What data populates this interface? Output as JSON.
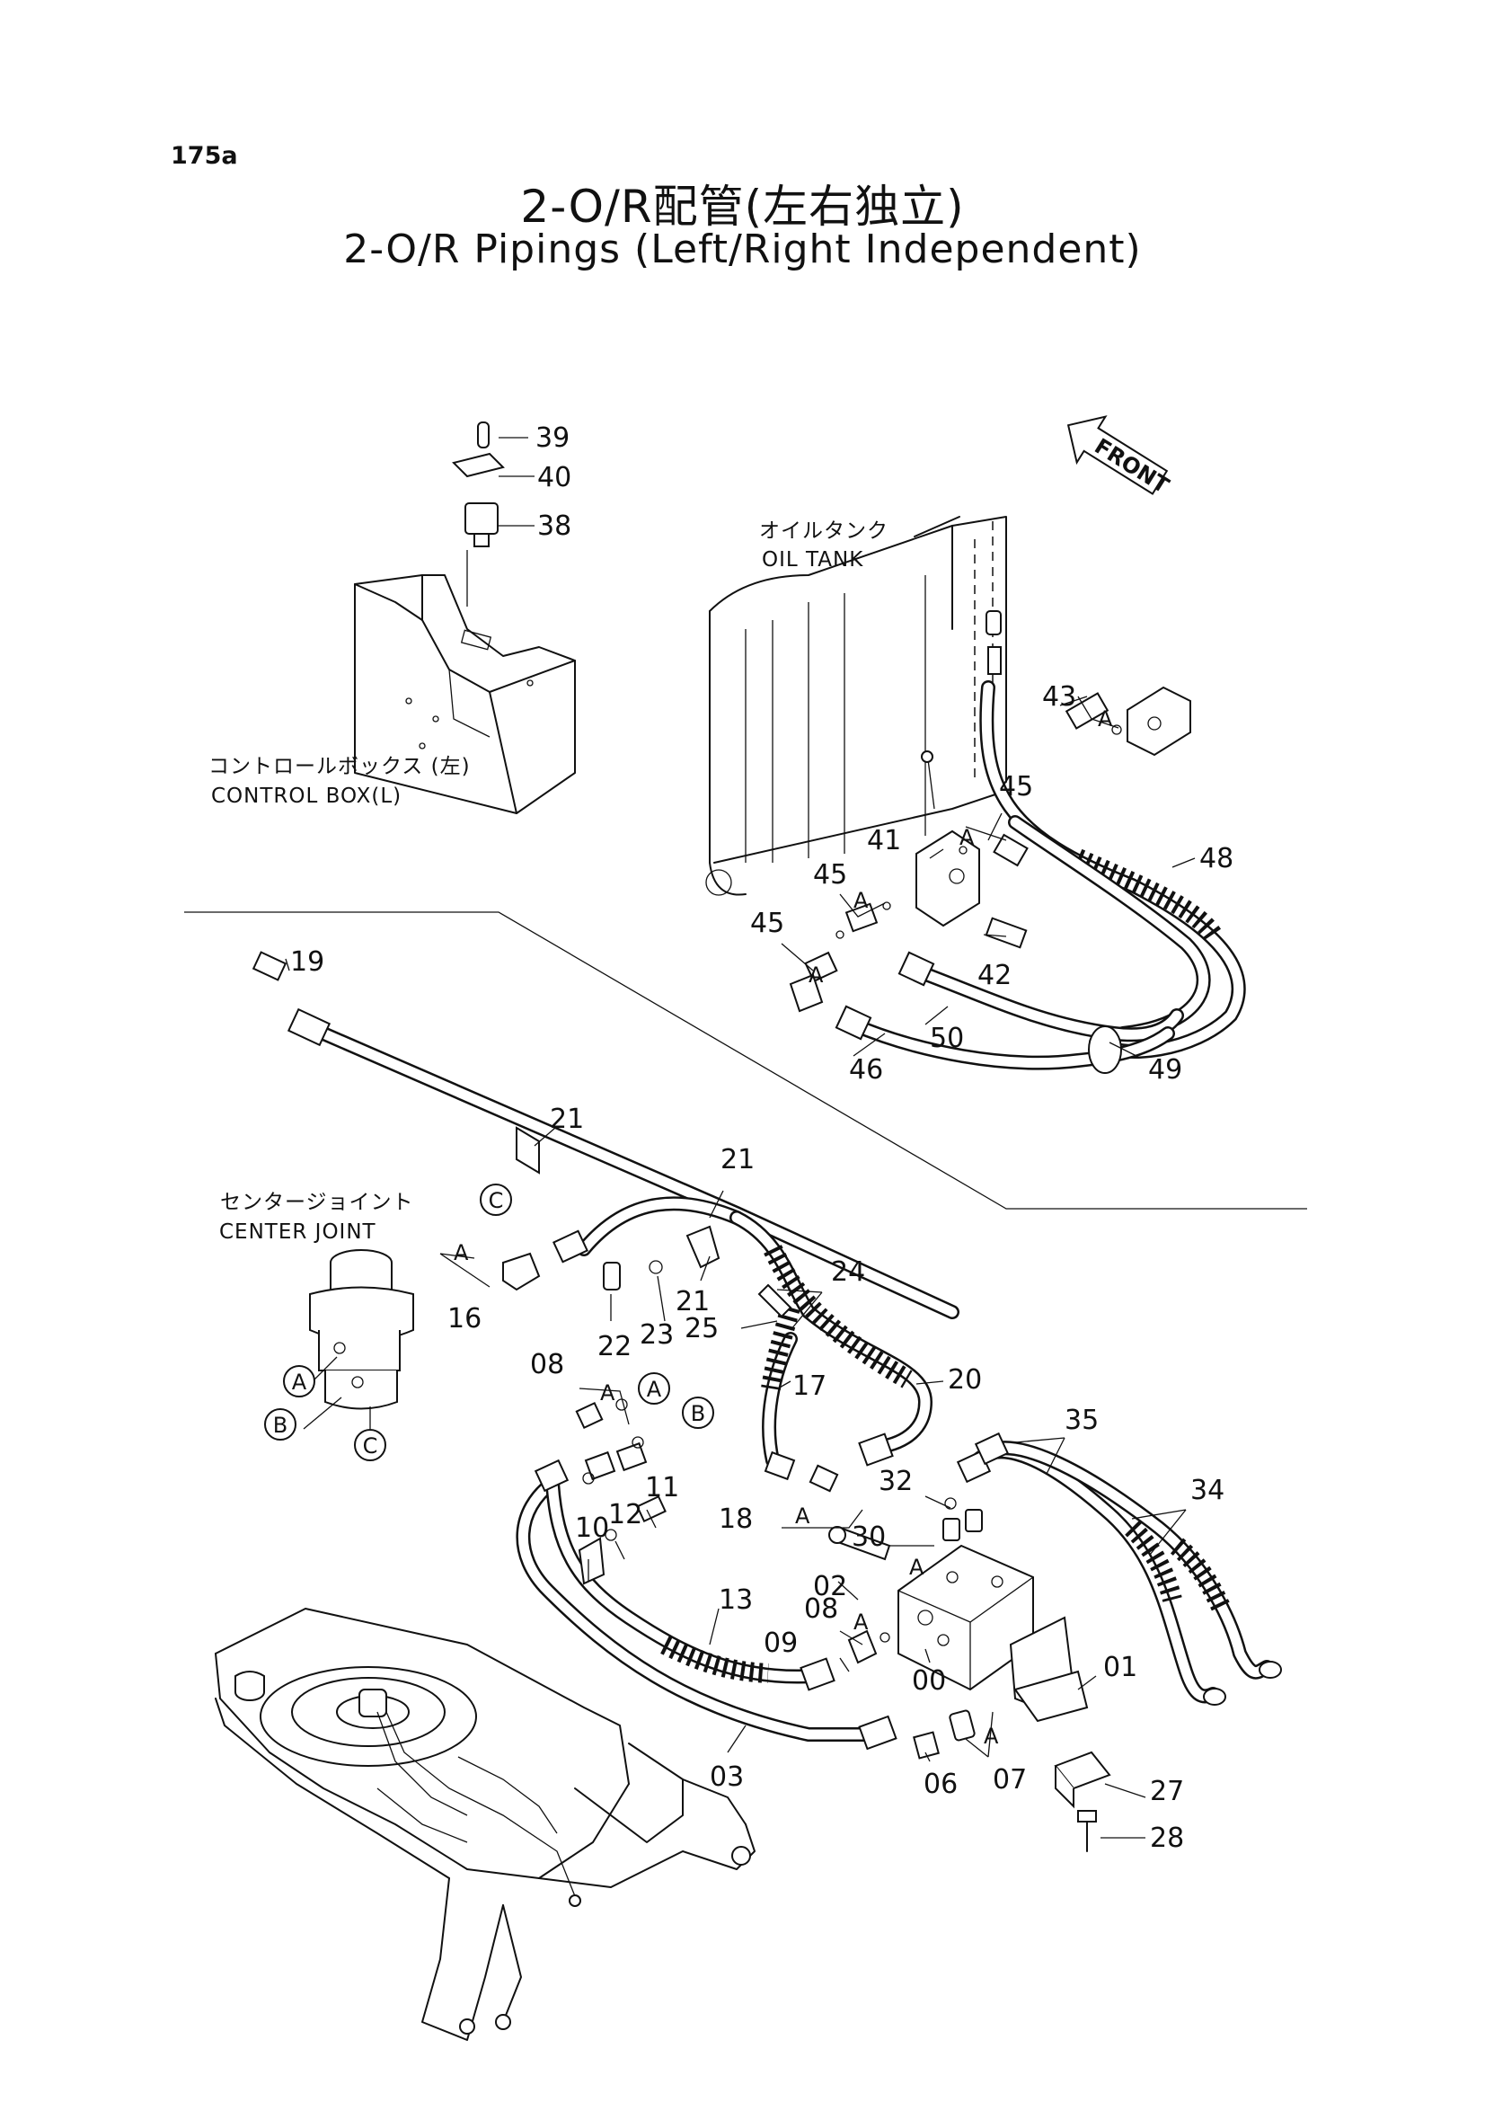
{
  "page": {
    "number": "175a",
    "title_jp": "2-O/R配管(左右独立)",
    "title_en": "2-O/R Pipings (Left/Right Independent)"
  },
  "labels": {
    "oil_tank_jp": "オイルタンク",
    "oil_tank_en": "OIL TANK",
    "control_box_jp": "コントロールボックス (左)",
    "control_box_en": "CONTROL BOX(L)",
    "center_joint_jp": "センタージョイント",
    "center_joint_en": "CENTER JOINT",
    "front": "FRONT"
  },
  "callouts": [
    "39",
    "40",
    "38",
    "43",
    "45",
    "41",
    "48",
    "45",
    "45",
    "42",
    "50",
    "46",
    "49",
    "19",
    "21",
    "21",
    "21",
    "24",
    "25",
    "16",
    "22",
    "23",
    "17",
    "20",
    "08",
    "35",
    "34",
    "32",
    "18",
    "30",
    "11",
    "12",
    "10",
    "02",
    "13",
    "08",
    "09",
    "00",
    "01",
    "03",
    "06",
    "07",
    "27",
    "28"
  ],
  "subassembly_letter": "A",
  "circle_letters": [
    "A",
    "B",
    "C"
  ],
  "colors": {
    "ink": "#111111",
    "paper": "#ffffff"
  }
}
